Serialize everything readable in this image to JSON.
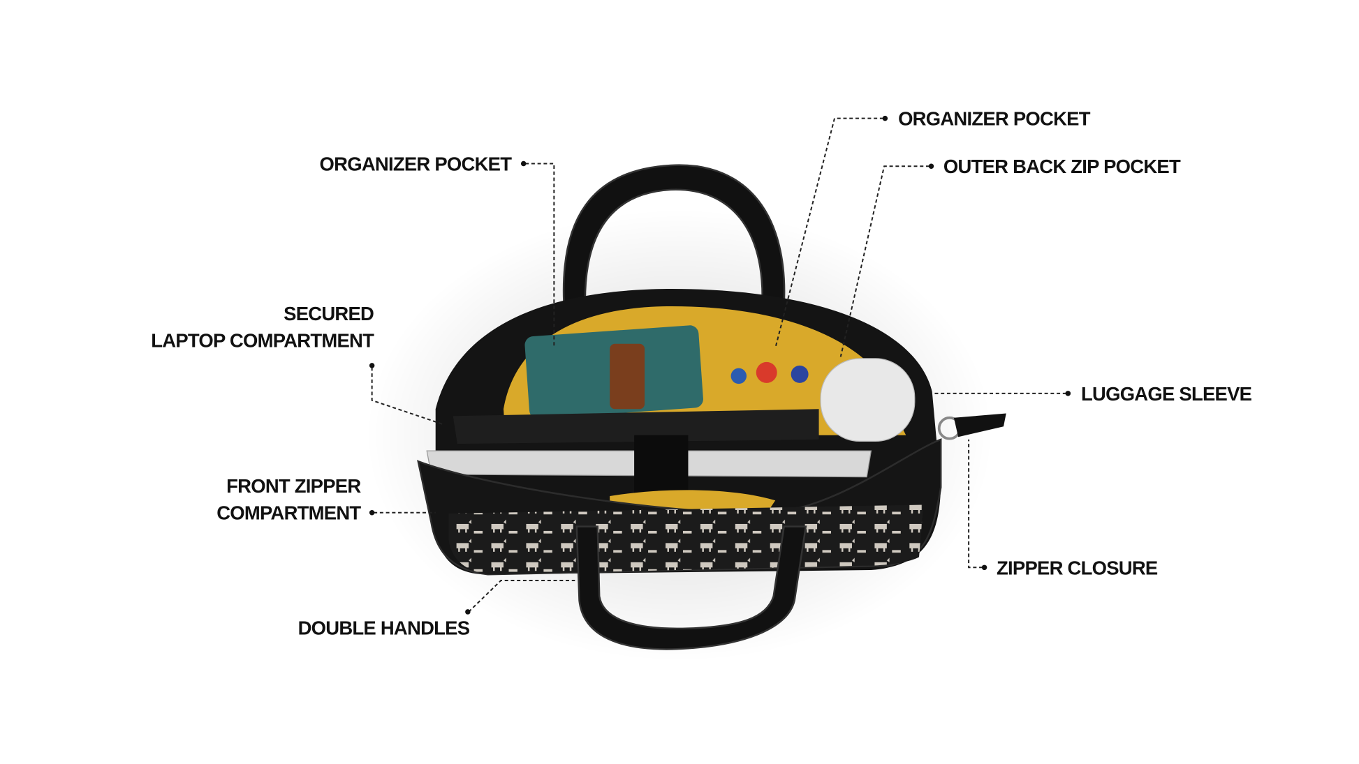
{
  "callouts": {
    "organizer_pocket_left": "ORGANIZER POCKET",
    "organizer_pocket_right": "ORGANIZER POCKET",
    "outer_back_zip_pocket": "OUTER BACK ZIP POCKET",
    "secured_laptop_line1": "SECURED",
    "secured_laptop_line2": "LAPTOP COMPARTMENT",
    "luggage_sleeve": "LUGGAGE SLEEVE",
    "front_zipper_line1": "FRONT ZIPPER",
    "front_zipper_line2": "COMPARTMENT",
    "zipper_closure": "ZIPPER CLOSURE",
    "double_handles": "DOUBLE HANDLES"
  },
  "colors": {
    "leather": "#141414",
    "lining": "#d9a92a",
    "text": "#111111"
  }
}
